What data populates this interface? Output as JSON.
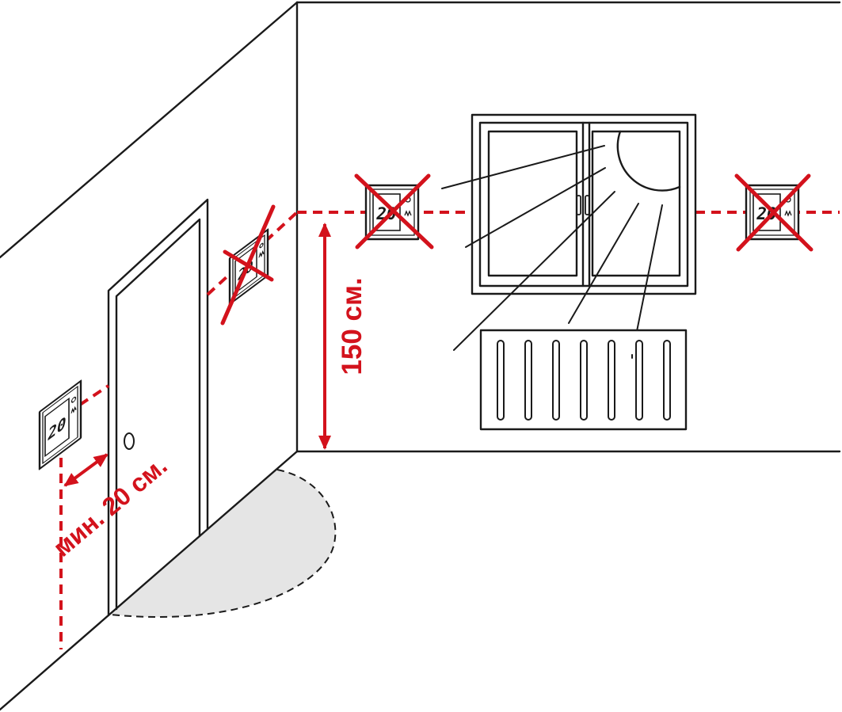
{
  "labels": {
    "height": "150 см.",
    "min_distance": "мин. 20 см."
  },
  "thermostat": {
    "display": "20"
  },
  "colors": {
    "accent": "#d3121c",
    "shade": "#e5e5e5",
    "ink": "#1a1a1a"
  }
}
